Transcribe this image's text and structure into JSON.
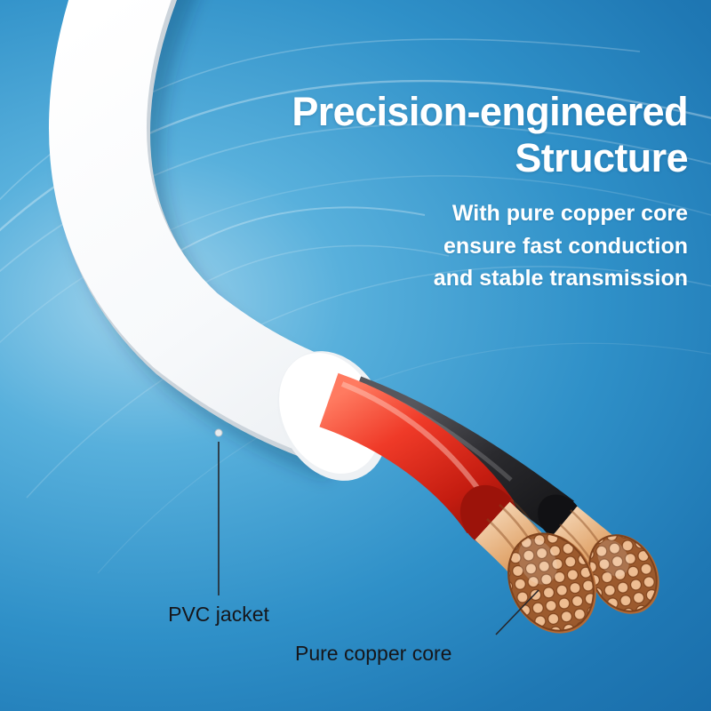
{
  "heading": {
    "line1": "Precision-engineered",
    "line2": "Structure"
  },
  "subheading": {
    "lines": [
      "With pure copper core",
      "ensure fast conduction",
      "and stable transmission"
    ]
  },
  "callouts": {
    "pvc_jacket": "PVC jacket",
    "copper_core": "Pure copper core"
  },
  "colors": {
    "bg-light": "#9fd3ec",
    "bg-mid": "#2f90c8",
    "bg-dark": "#1565a3",
    "cable-white": "#ffffff",
    "cable-shade": "#ccd4db",
    "wire-red": "#e02a1e",
    "wire-black": "#1c1c1e",
    "copper": "#d99a63",
    "text-light": "#ffffff",
    "text-dark": "#16161a"
  }
}
